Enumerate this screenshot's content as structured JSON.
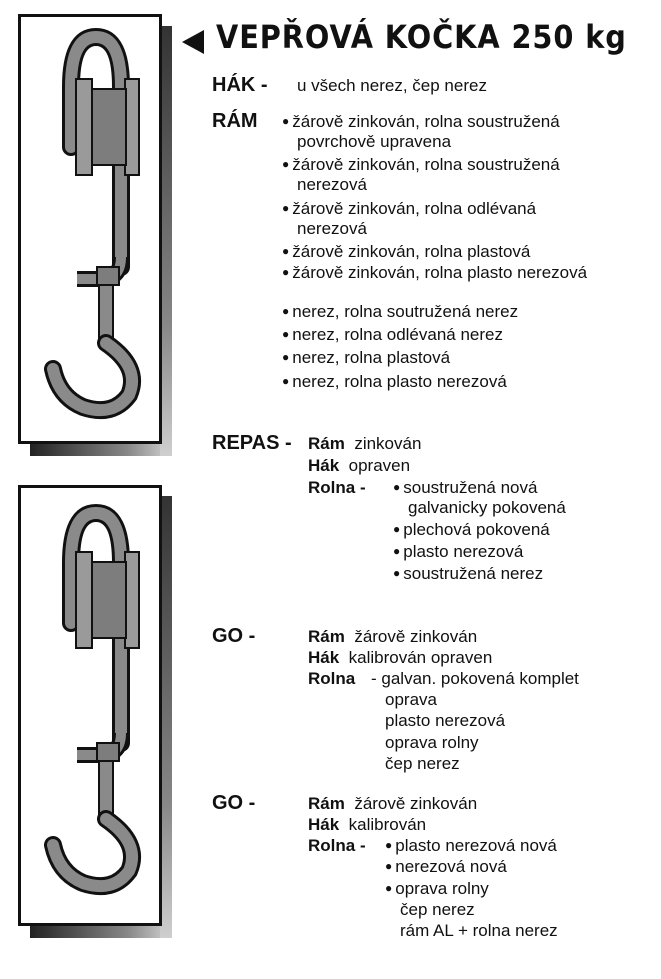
{
  "title": "VEPŘOVÁ KOČKA 250 kg",
  "hak": {
    "label": "HÁK -",
    "text": "u všech nerez, čep nerez"
  },
  "ram": {
    "label": "RÁM",
    "items": [
      "žárově zinkován, rolna soustružená",
      "povrchově upravena",
      "žárově zinkován, rolna soustružená",
      "nerezová",
      "žárově zinkován, rolna odlévaná",
      "nerezová",
      "žárově zinkován, rolna plastová",
      "žárově zinkován, rolna plasto nerezová",
      "nerez, rolna soutružená nerez",
      "nerez, rolna odlévaná nerez",
      "nerez, rolna plastová",
      "nerez, rolna plasto nerezová"
    ]
  },
  "repas": {
    "label": "REPAS -",
    "ram_key": "Rám",
    "ram_val": "zinkován",
    "hak_key": "Hák",
    "hak_val": "opraven",
    "rolna_key": "Rolna -",
    "rolna_items": [
      "soustružená nová",
      "galvanicky pokovená",
      "plechová pokovená",
      "plasto nerezová",
      "soustružená nerez"
    ]
  },
  "go1": {
    "label": "GO -",
    "ram_key": "Rám",
    "ram_val": "žárově zinkován",
    "hak_key": "Hák",
    "hak_val": "kalibrován opraven",
    "rolna_key": "Rolna",
    "rolna_items": [
      "- galvan. pokovená komplet",
      "oprava",
      "plasto nerezová",
      "oprava rolny",
      "čep nerez"
    ]
  },
  "go2": {
    "label": "GO -",
    "ram_key": "Rám",
    "ram_val": "žárově zinkován",
    "hak_key": "Hák",
    "hak_val": "kalibrován",
    "rolna_key": "Rolna -",
    "rolna_items": [
      "plasto nerezová nová",
      "nerezová nová",
      "oprava rolny",
      "čep nerez",
      "rám AL + rolna nerez"
    ]
  },
  "colors": {
    "metal": "#8a8a8a",
    "metal_dark": "#5a5a5a",
    "ink": "#111111"
  }
}
